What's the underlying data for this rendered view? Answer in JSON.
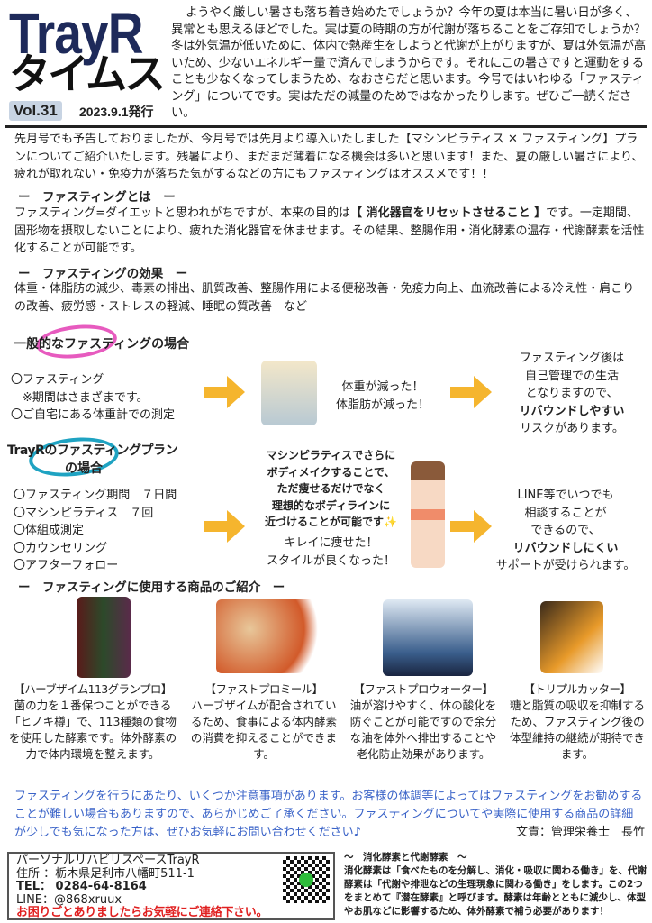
{
  "masthead": {
    "title": "TrayR",
    "subtitle": "タイムス",
    "volume": "Vol.31",
    "date": "2023.9.1発行"
  },
  "intro": "ようやく厳しい暑さも落ち着き始めたでしょうか？今年の夏は本当に暑い日が多く、異常とも思えるほどでした。実は夏の時期の方が代謝が落ちることをご存知でしょうか？冬は外気温が低いために、体内で熱産生をしようと代謝が上がりますが、夏は外気温が高いため、少ないエネルギー量で済んでしまうからです。それにこの暑さですと運動をすることも少なくなってしまうため、なおさらだと思います。今号ではいわゆる「ファスティング」についてです。実はただの減量のためではなかったりします。ぜひご一読ください。",
  "lead": "先月号でも予告しておりましたが、今月号では先月より導入いたしました【マシンピラティス ✕ ファスティング】プランについてご紹介いたします。残暑により、まだまだ薄着になる機会は多いと思います！また、夏の厳しい暑さにより、疲れが取れない・免疫力が落ちた気がするなどの方にもファスティングはオススメです！！",
  "what": {
    "heading": "ー　ファスティングとは　ー",
    "pre": "ファスティング=ダイエットと思われがちですが、本来の目的は",
    "bold": "【 消化器官をリセットさせること 】",
    "post": "です。一定期間、固形物を摂取しないことにより、疲れた消化器官を休ませます。その結果、整腸作用・消化酵素の温存・代謝酵素を活性化することが可能です。"
  },
  "effects": {
    "heading": "ー　ファスティングの効果　ー",
    "text": "体重・体脂肪の減少、毒素の排出、肌質改善、整腸作用による便秘改善・免疫力向上、血流改善による冷え性・肩こりの改善、疲労感・ストレスの軽減、睡眠の質改善　など"
  },
  "general": {
    "title": "一般的なファスティングの場合",
    "items": [
      "〇ファスティング",
      "　※期間はさまざまです。",
      "〇ご自宅にある体重計での測定"
    ],
    "result": [
      "体重が減った！",
      "体脂肪が減った！"
    ],
    "outcome_pre": [
      "ファスティング後は",
      "自己管理での生活",
      "となりますので、"
    ],
    "outcome_bold": "リバウンドしやすい",
    "outcome_post": "リスクがあります。"
  },
  "plan": {
    "title1": "TrayRのファスティングプラン",
    "title2": "の場合",
    "items": [
      "〇ファスティング期間　７日間",
      "〇マシンピラティス　７回",
      "〇体組成測定",
      "〇カウンセリング",
      "〇アフターフォロー"
    ],
    "pitch": [
      "マシンピラティスでさらに",
      "ボディメイクすることで、",
      "ただ痩せるだけでなく",
      "理想的なボディラインに",
      "近づけることが可能です✨"
    ],
    "result": [
      "キレイに痩せた！",
      "スタイルが良くなった！"
    ],
    "outcome_pre": [
      "LINE等でいつでも",
      "相談することが",
      "できるので、"
    ],
    "outcome_bold": "リバウンドしにくい",
    "outcome_post": "サポートが受けられます。"
  },
  "products": {
    "heading": "ー　ファスティングに使用する商品のご紹介　ー",
    "items": [
      {
        "name": "【ハーブザイム113グランプロ】",
        "desc": "菌の力を１番保つことができる「ヒノキ樽」で、113種類の食物を使用した酵素です。体外酵素の力で体内環境を整えます。"
      },
      {
        "name": "【ファストプロミール】",
        "desc": "ハーブザイムが配合されているため、食事による体内酵素の消費を抑えることができます。"
      },
      {
        "name": "【ファストプロウォーター】",
        "desc": "油が溶けやすく、体の酸化を防ぐことが可能ですので余分な油を体外へ排出することや老化防止効果があります。"
      },
      {
        "name": "【トリプルカッター】",
        "desc": "糖と脂質の吸収を抑制するため、ファスティング後の体型維持の継続が期待できます。"
      }
    ]
  },
  "notice": "ファスティングを行うにあたり、いくつか注意事項があります。お客様の体調等によってはファスティングをお勧めすることが難しい場合もありますので、あらかじめご了承ください。ファスティングについてや実際に使用する商品の詳細が少しでも気になった方は、ぜひお気軽にお問い合わせください♪",
  "author": "文責：管理栄養士　長竹",
  "contact": {
    "name": "パーソナルリハビリスペースTrayR",
    "address": "住所 ：栃木県足利市八幡町511-1",
    "tel": " TEL： 0284-64-8164",
    "line": "LINE：@868xruux",
    "cta": "お困りごとありましたらお気軽にご連絡下さい。"
  },
  "sidebar": {
    "heading": "～　消化酵素と代謝酵素　～",
    "text": "消化酵素は「食べたものを分解し、消化・吸収に関わる働き」を、代謝酵素は「代謝や排泄などの生理現象に関わる働き」をします。この2つをまとめて『潜在酵素』と呼びます。酵素は年齢とともに減少し、体型やお肌などに影響するため、体外酵素で補う必要があります！"
  },
  "colors": {
    "navy": "#1e2a5a",
    "arrow": "#f5b52e",
    "pink": "#e75bbf",
    "teal": "#1fa3c2",
    "blue_text": "#3a63c8",
    "red": "#e02020"
  }
}
